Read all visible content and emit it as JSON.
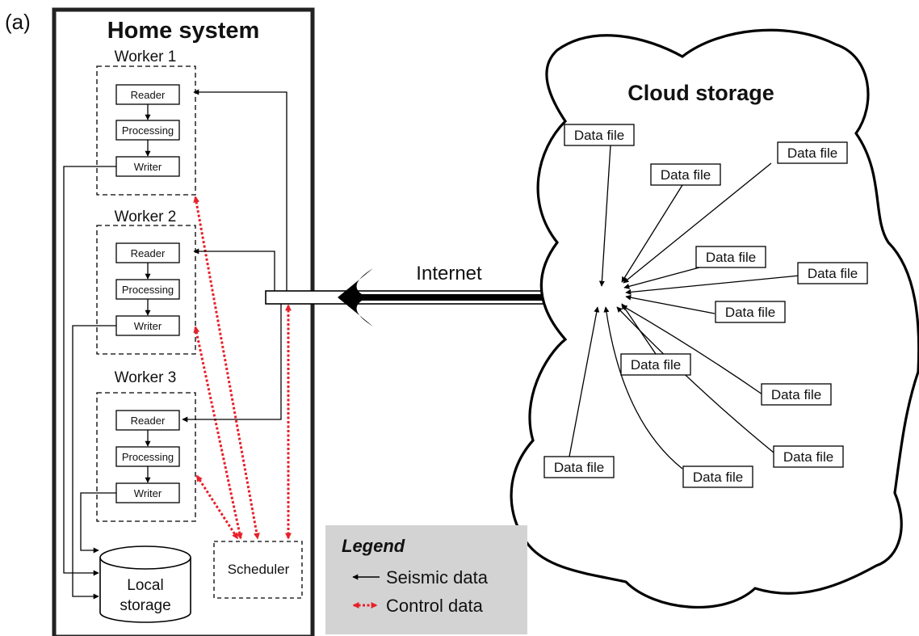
{
  "panel_label": "(a)",
  "home": {
    "title": "Home system",
    "workers": [
      {
        "label": "Worker 1",
        "reader": "Reader",
        "processing": "Processing",
        "writer": "Writer"
      },
      {
        "label": "Worker 2",
        "reader": "Reader",
        "processing": "Processing",
        "writer": "Writer"
      },
      {
        "label": "Worker 3",
        "reader": "Reader",
        "processing": "Processing",
        "writer": "Writer"
      }
    ],
    "local_storage": [
      "Local",
      "storage"
    ],
    "scheduler": "Scheduler"
  },
  "internet_label": "Internet",
  "cloud": {
    "title": "Cloud storage",
    "data_file_label": "Data file"
  },
  "legend": {
    "title": "Legend",
    "seismic": "Seismic data",
    "control": "Control data"
  },
  "colors": {
    "seismic": "#000000",
    "control": "#e8202a",
    "legend_bg": "#d3d3d4"
  }
}
